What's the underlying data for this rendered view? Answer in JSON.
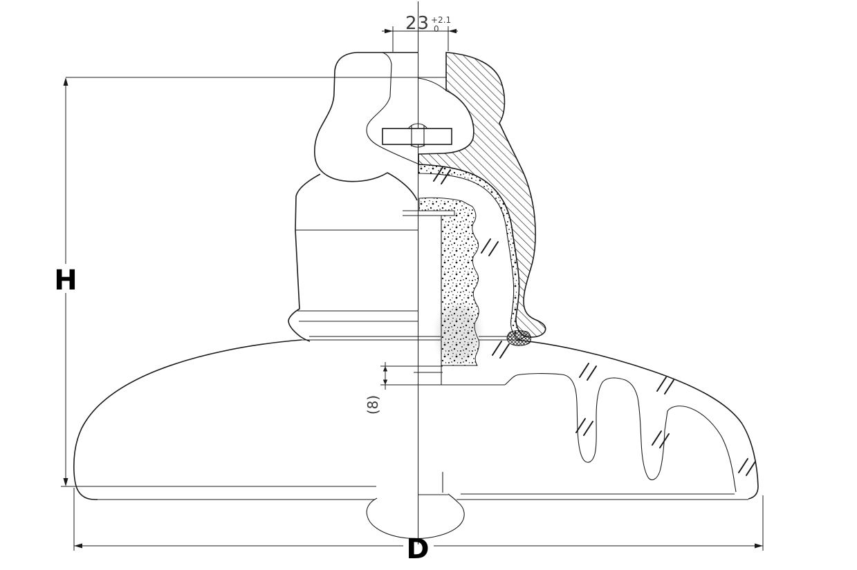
{
  "drawing": {
    "labels": {
      "socket_width_nominal": "23",
      "socket_width_tol_upper": "+2.1",
      "socket_width_tol_lower": "0",
      "height": "H",
      "diameter": "D",
      "rib_gap": "(8)"
    },
    "colors": {
      "ink": "#1a1a1a",
      "paper": "#ffffff"
    }
  }
}
